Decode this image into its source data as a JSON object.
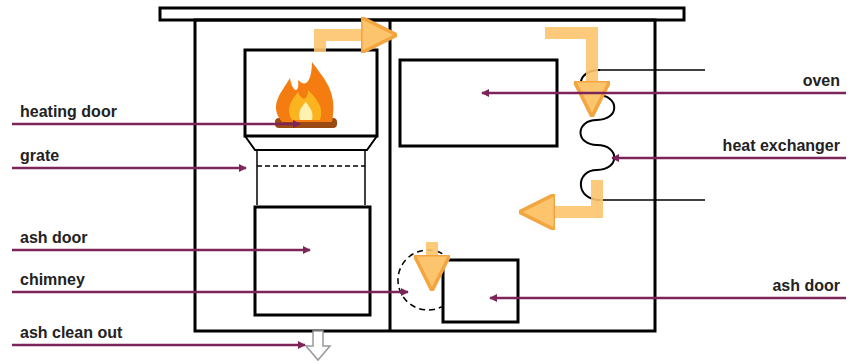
{
  "diagram": {
    "labels": [
      "oven",
      "heating door",
      "heat exchanger",
      "grate",
      "ash door",
      "chimney",
      "ash door",
      "ash clean out"
    ]
  }
}
